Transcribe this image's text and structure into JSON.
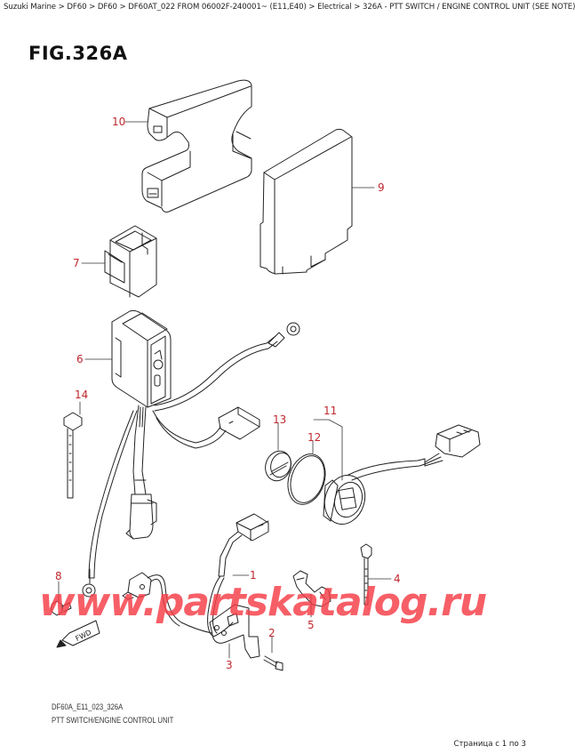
{
  "breadcrumb": {
    "text": "Suzuki Marine > DF60 > DF60 > DF60AT_022 FROM 06002F-240001~ (E11,E40) > Electrical > 326A - PTT SWITCH / ENGINE CONTROL UNIT (SEE NOTE)",
    "items": [
      "Suzuki Marine",
      "DF60",
      "DF60",
      "DF60AT_022 FROM 06002F-240001~ (E11,E40)",
      "Electrical",
      "326A - PTT SWITCH / ENGINE CONTROL UNIT (SEE NOTE)"
    ]
  },
  "figure": {
    "title": "FIG.326A",
    "code": "DF60A_E11_023_326A",
    "description": "PTT SWITCH/ENGINE CONTROL UNIT"
  },
  "callouts": [
    {
      "number": "1",
      "part": "ptt-switch-harness"
    },
    {
      "number": "2",
      "part": "bolt"
    },
    {
      "number": "3",
      "part": "bracket"
    },
    {
      "number": "4",
      "part": "cable-tie"
    },
    {
      "number": "5",
      "part": "clamp"
    },
    {
      "number": "6",
      "part": "ptt-relay-unit"
    },
    {
      "number": "7",
      "part": "relay-cover"
    },
    {
      "number": "8",
      "part": "ground-bolt"
    },
    {
      "number": "9",
      "part": "engine-control-unit"
    },
    {
      "number": "10",
      "part": "ecu-cover"
    },
    {
      "number": "11",
      "part": "ptt-switch-assy"
    },
    {
      "number": "12",
      "part": "o-ring"
    },
    {
      "number": "13",
      "part": "switch-nut"
    },
    {
      "number": "14",
      "part": "cable-tie"
    }
  ],
  "fwd_label": "FWD",
  "watermark": "www.partskatalog.ru",
  "page_indicator": "Страница с 1 по 3",
  "colors": {
    "callout": "#c0282e",
    "watermark": "#f53c46",
    "line_art": "#222222"
  }
}
